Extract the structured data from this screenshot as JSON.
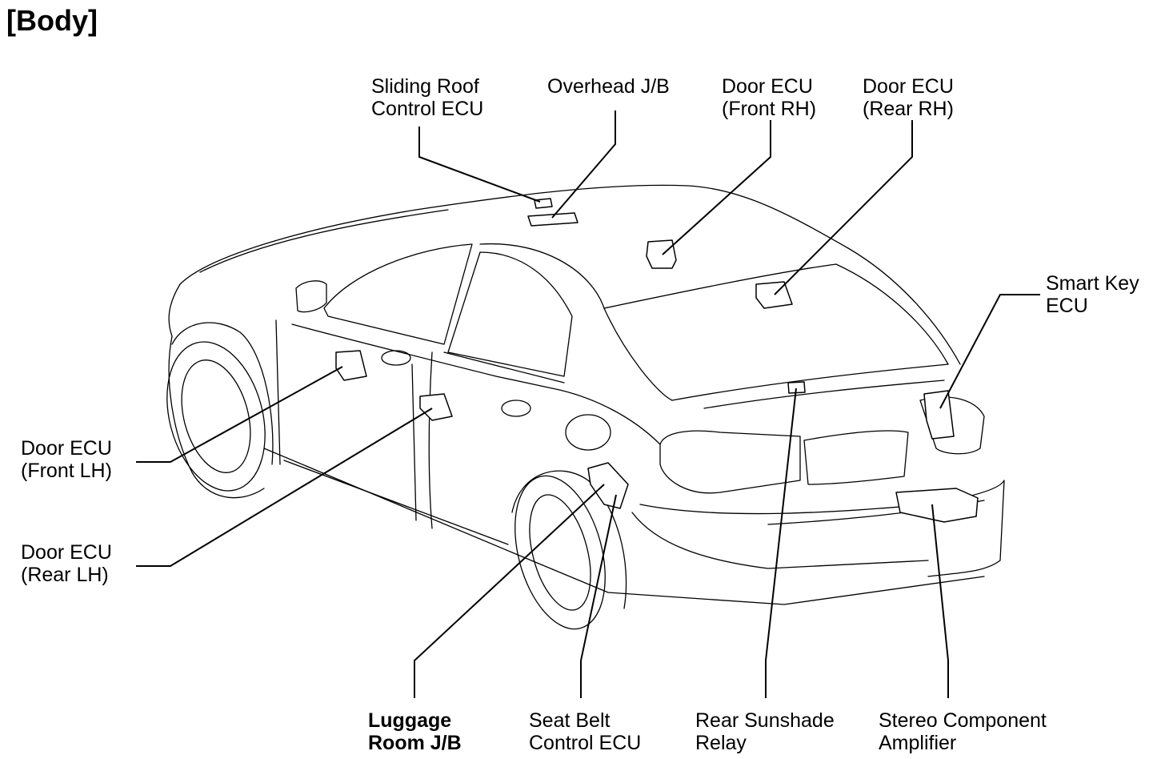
{
  "title": "[Body]",
  "labels": {
    "sliding_roof": {
      "line1": "Sliding Roof",
      "line2": "Control ECU"
    },
    "overhead_jb": {
      "line1": "Overhead J/B"
    },
    "door_front_rh": {
      "line1": "Door ECU",
      "line2": "(Front RH)"
    },
    "door_rear_rh": {
      "line1": "Door ECU",
      "line2": "(Rear RH)"
    },
    "smart_key": {
      "line1": "Smart Key",
      "line2": "ECU"
    },
    "door_front_lh": {
      "line1": "Door ECU",
      "line2": "(Front LH)"
    },
    "door_rear_lh": {
      "line1": "Door ECU",
      "line2": "(Rear LH)"
    },
    "luggage_jb": {
      "line1": "Luggage",
      "line2": "Room J/B"
    },
    "seat_belt": {
      "line1": "Seat Belt",
      "line2": "Control ECU"
    },
    "rear_sunshade": {
      "line1": "Rear Sunshade",
      "line2": "Relay"
    },
    "stereo_amp": {
      "line1": "Stereo Component",
      "line2": "Amplifier"
    }
  }
}
